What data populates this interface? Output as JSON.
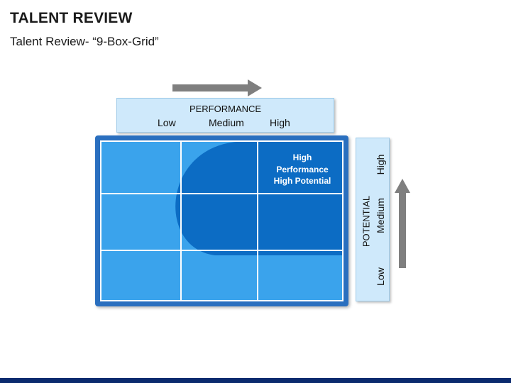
{
  "header": {
    "title": "TALENT REVIEW",
    "subtitle": "Talent Review- “9-Box-Grid”"
  },
  "performance_axis": {
    "label": "PERFORMANCE",
    "levels": [
      "Low",
      "Medium",
      "High"
    ]
  },
  "potential_axis": {
    "label": "POTENTIAL",
    "levels": [
      "High",
      "Medium",
      "Low"
    ]
  },
  "grid": {
    "rows": 3,
    "cols": 3,
    "highlight_cell": {
      "line1": "High",
      "line2": "Performance",
      "line3": "High Potential"
    }
  },
  "colors": {
    "cell_light": "#3aa3ec",
    "cell_dark": "#0c6cc4",
    "frame": "#2a6fbf",
    "axis_box": "#cfe9fb",
    "arrow": "#7f7f7f",
    "bottom_bar": "#0b2a6e"
  }
}
